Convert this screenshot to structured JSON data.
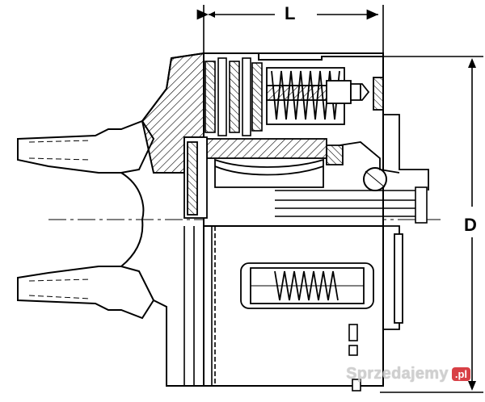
{
  "dimensions": {
    "length_label": "L",
    "diameter_label": "D"
  },
  "watermark": {
    "text": "Sprzedajemy",
    "badge": ".pl"
  },
  "drawing": {
    "subject": "pto-friction-clutch-cross-section",
    "line_color": "#000000",
    "background_color": "#ffffff"
  }
}
